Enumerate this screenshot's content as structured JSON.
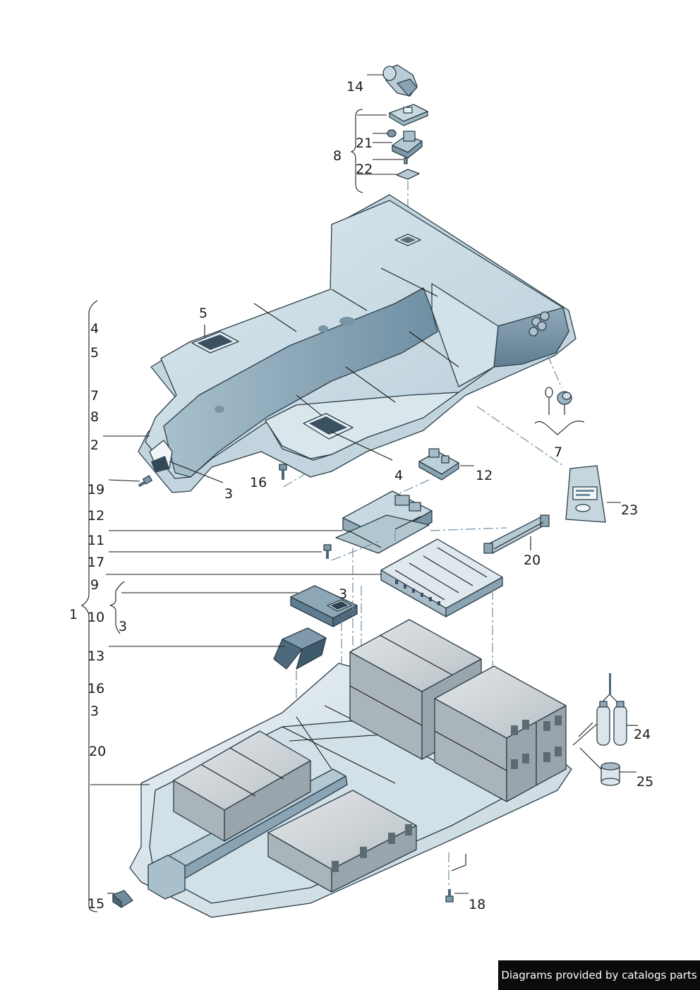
{
  "labels": {
    "l14": "14",
    "l8": "8",
    "l21": "21",
    "l22": "22",
    "l5": "5",
    "l7": "7",
    "l4": "4",
    "l2": "2",
    "l3a": "3",
    "l16": "16",
    "l12": "12",
    "l19": "19",
    "l23": "23",
    "l20": "20",
    "l3b": "3",
    "l1": "1",
    "l24": "24",
    "l25": "25",
    "l18": "18",
    "l15": "15"
  },
  "index_list": [
    "4",
    "5",
    "7",
    "8",
    "2",
    "19",
    "12",
    "11",
    "17",
    "9",
    "10",
    "3",
    "13",
    "16",
    "3",
    "20",
    "15"
  ],
  "footer": {
    "text": "Diagrams provided by catalogs parts"
  }
}
